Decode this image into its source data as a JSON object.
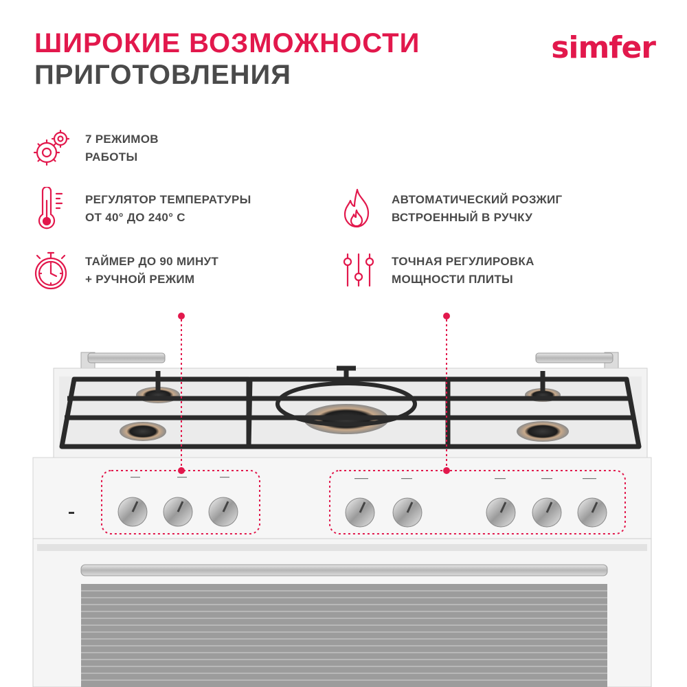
{
  "header": {
    "title_line1": "ШИРОКИЕ ВОЗМОЖНОСТИ",
    "title_line2": "ПРИГОТОВЛЕНИЯ",
    "brand": "simfer"
  },
  "colors": {
    "accent": "#e2184c",
    "text": "#4a4a4a"
  },
  "features": [
    {
      "icon": "gears-icon",
      "line1": "7 РЕЖИМОВ",
      "line2": "РАБОТЫ"
    },
    {
      "icon": "thermometer-icon",
      "line1": "РЕГУЛЯТОР ТЕМПЕРАТУРЫ",
      "line2": "ОТ 40° ДО 240° С"
    },
    {
      "icon": "flame-icon",
      "line1": "АВТОМАТИЧЕСКИЙ РОЗЖИГ",
      "line2": "ВСТРОЕННЫЙ В РУЧКУ"
    },
    {
      "icon": "stopwatch-icon",
      "line1": "ТАЙМЕР ДО 90 МИНУТ",
      "line2": "+ РУЧНОЙ РЕЖИМ"
    },
    {
      "icon": "sliders-icon",
      "line1": "ТОЧНАЯ РЕГУЛИРОВКА",
      "line2": "МОЩНОСТИ ПЛИТЫ"
    }
  ]
}
